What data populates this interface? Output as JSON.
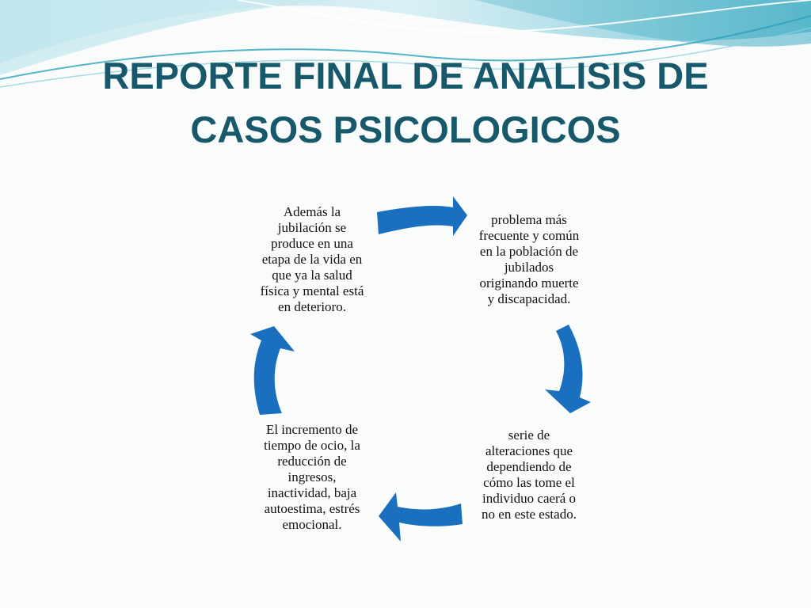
{
  "title": {
    "lines": [
      "REPORTE FINAL DE ANALISIS DE",
      "CASOS PSICOLOGICOS"
    ]
  },
  "colors": {
    "title": "#17596b",
    "arrow": "#1b6fbf",
    "wave_dark": "#5fb6c9",
    "wave_light": "#bfe6ee"
  },
  "cycle": {
    "nodes": [
      {
        "lines": [
          "Además la",
          "jubilación se",
          "produce en una",
          "etapa de la vida en",
          "que ya la salud",
          "física y mental está",
          "en deterioro."
        ]
      },
      {
        "lines": [
          "problema más",
          "frecuente y común",
          "en la población de",
          "jubilados",
          "originando muerte",
          "y discapacidad."
        ]
      },
      {
        "lines": [
          "serie de",
          "alteraciones que",
          "dependiendo  de",
          "cómo  las tome el",
          "individuo caerá o",
          "no en este estado."
        ]
      },
      {
        "lines": [
          "El incremento de",
          "tiempo de ocio, la",
          "reducción de",
          "ingresos,",
          "inactividad, baja",
          "autoestima, estrés",
          "emocional."
        ]
      }
    ]
  }
}
